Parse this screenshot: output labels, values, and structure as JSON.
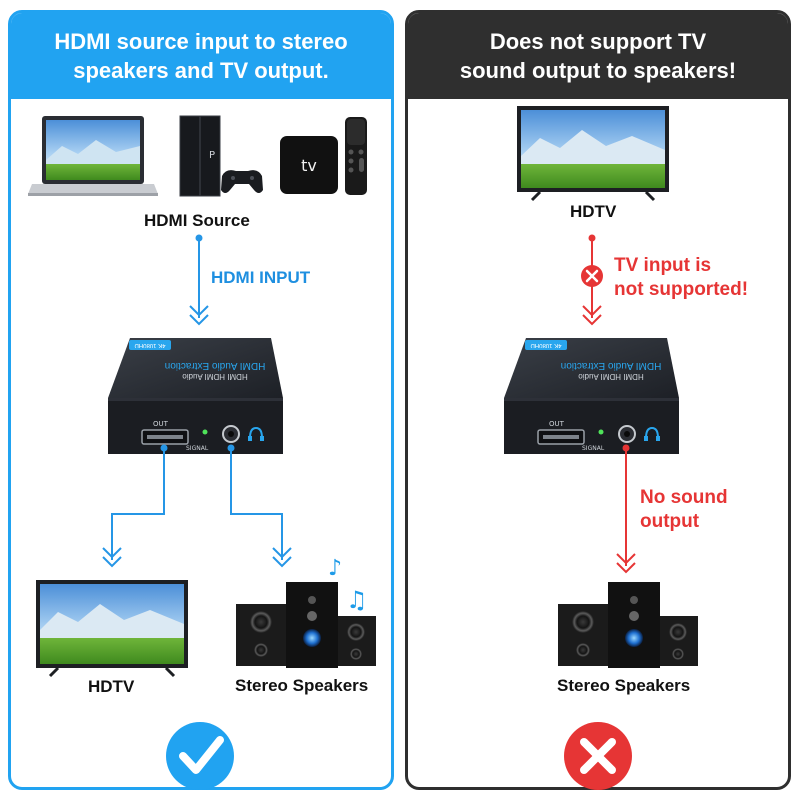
{
  "colors": {
    "accent_blue": "#21a3f1",
    "dark": "#2f2f2f",
    "error_red": "#e63535",
    "device_body": "#1c1f24",
    "screen_sky": "#7fb6e8"
  },
  "left_panel": {
    "header_line1": "HDMI source input to stereo",
    "header_line2": "speakers and TV output.",
    "source_label": "HDMI Source",
    "input_label": "HDMI INPUT",
    "device": {
      "top_tag": "4K 1080HD",
      "text_small": "HDMI HDMI Audio",
      "text_main": "HDMI Audio Extraction",
      "port_label": "OUT",
      "signal_label": "SIGNAL"
    },
    "tv_label": "HDTV",
    "speakers_label": "Stereo Speakers",
    "status_icon": "check-icon",
    "appletv_text": "tv"
  },
  "right_panel": {
    "header_line1": "Does not support TV",
    "header_line2": "sound output to speakers!",
    "tv_label": "HDTV",
    "error1_line1": "TV input is",
    "error1_line2": "not supported!",
    "device": {
      "top_tag": "4K 1080HD",
      "text_small": "HDMI HDMI Audio",
      "text_main": "HDMI Audio Extraction",
      "port_label": "OUT",
      "signal_label": "SIGNAL"
    },
    "error2_line1": "No sound",
    "error2_line2": "output",
    "speakers_label": "Stereo Speakers",
    "status_icon": "cross-icon"
  }
}
